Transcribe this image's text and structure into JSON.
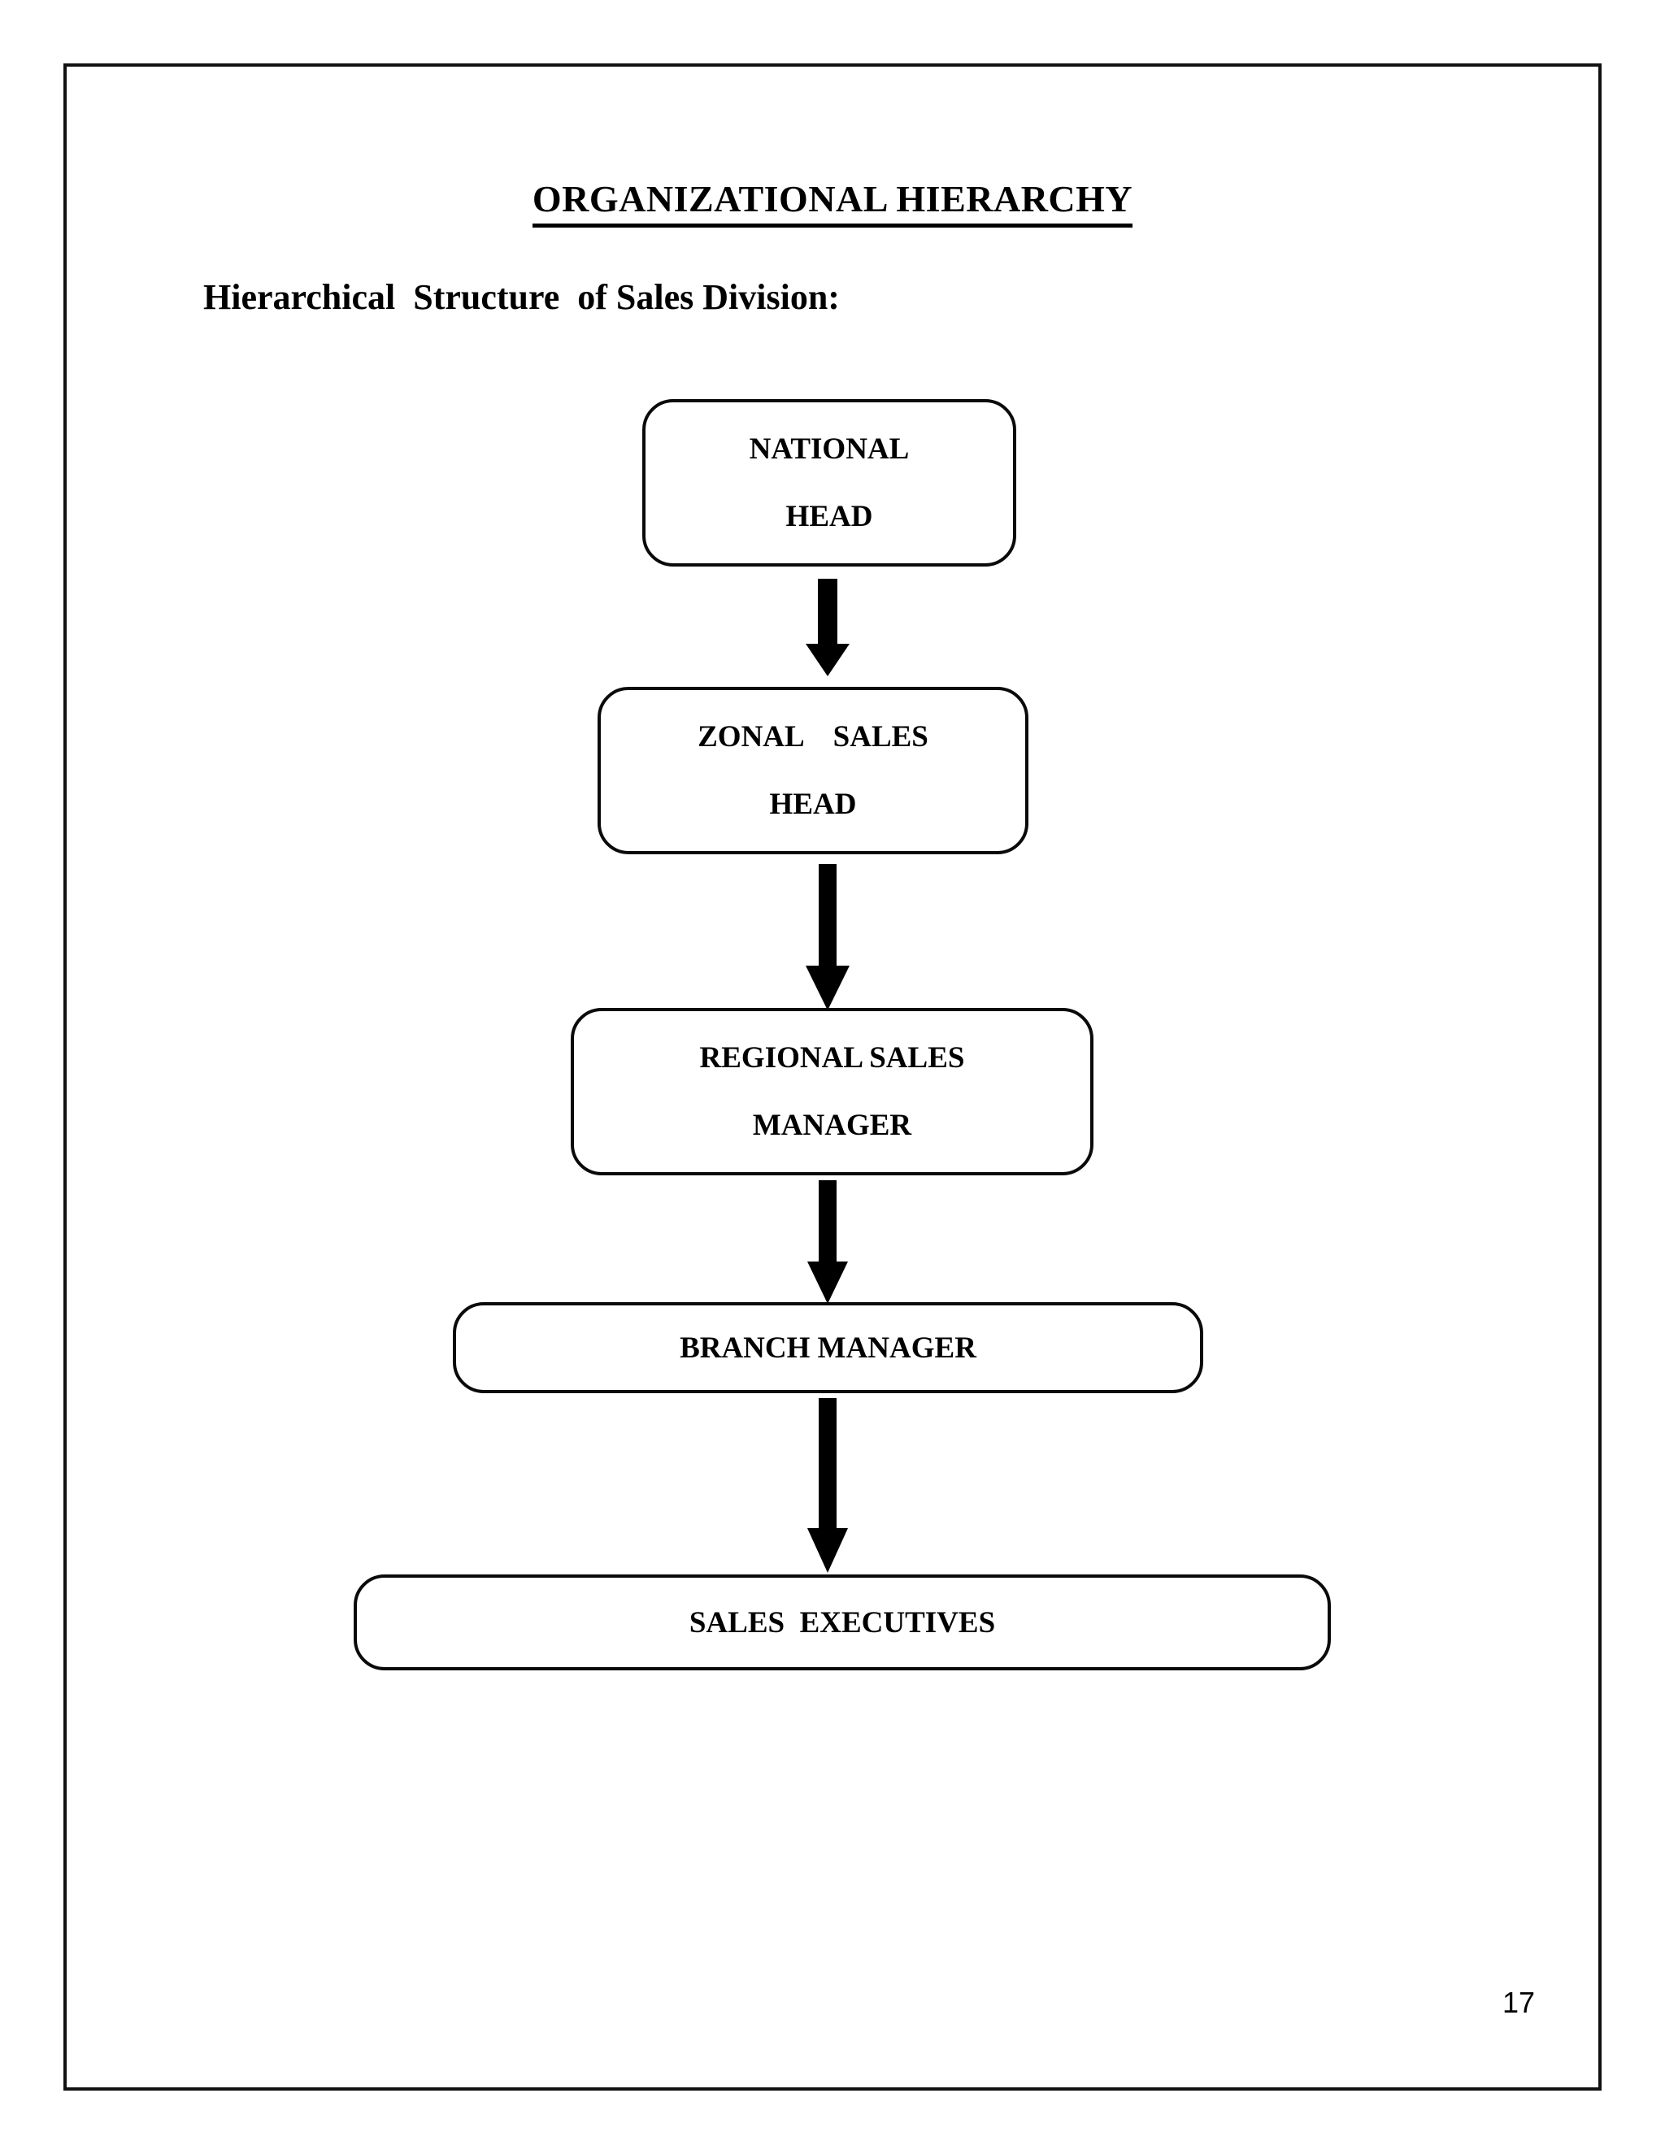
{
  "document": {
    "title": "ORGANIZATIONAL  HIERARCHY",
    "subtitle": "Hierarchical  Structure  of Sales Division:",
    "page_number": "17",
    "border_color": "#111111",
    "text_color": "#000000",
    "background_color": "#ffffff"
  },
  "chart_data": {
    "type": "diagram",
    "title": "ORGANIZATIONAL  HIERARCHY",
    "subtitle": "Hierarchical  Structure  of Sales Division:",
    "orientation": "top-down",
    "nodes": [
      {
        "id": "national",
        "line1": "NATIONAL",
        "line2": "HEAD",
        "level": 1
      },
      {
        "id": "zonal",
        "line1": "ZONAL    SALES",
        "line2": "HEAD",
        "level": 2
      },
      {
        "id": "regional",
        "line1": "REGIONAL SALES",
        "line2": "MANAGER",
        "level": 3
      },
      {
        "id": "branch",
        "line1": "BRANCH MANAGER",
        "line2": "",
        "level": 4
      },
      {
        "id": "executives",
        "line1": "SALES  EXECUTIVES",
        "line2": "",
        "level": 5
      }
    ],
    "edges": [
      {
        "from": "national",
        "to": "zonal",
        "style": "solid-arrow-down"
      },
      {
        "from": "zonal",
        "to": "regional",
        "style": "solid-arrow-down"
      },
      {
        "from": "regional",
        "to": "branch",
        "style": "solid-arrow-down"
      },
      {
        "from": "branch",
        "to": "executives",
        "style": "solid-arrow-down"
      }
    ],
    "node_shape": "rounded-rectangle",
    "node_fill": "#ffffff",
    "node_stroke": "#0a0a0a",
    "arrow_color": "#000000"
  }
}
